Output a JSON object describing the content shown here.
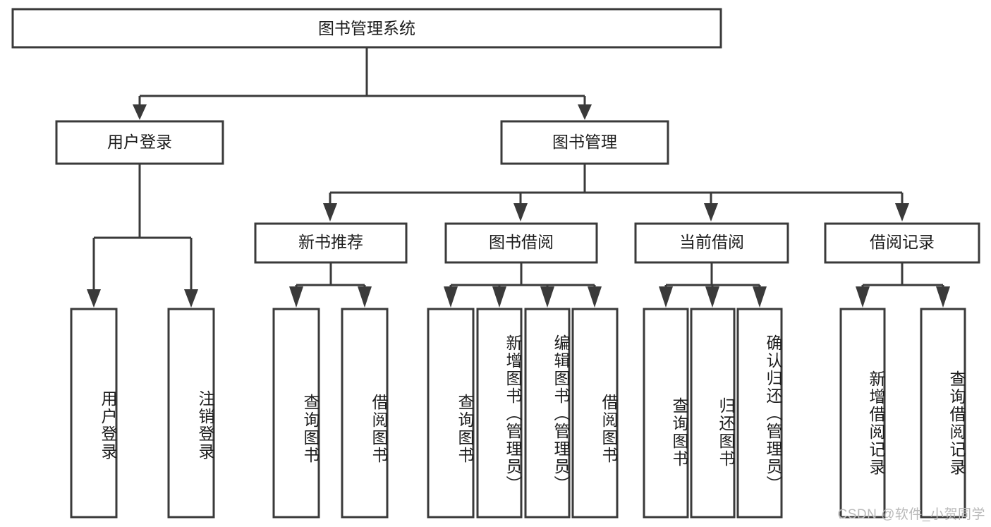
{
  "diagram": {
    "title": "图书管理系统",
    "type": "tree-hierarchy-chart",
    "watermark": "CSDN @软件_小贺同学",
    "style": {
      "box_fill": "#ffffff",
      "box_stroke": "#3a3a3a",
      "text_color": "#1c1c1c",
      "watermark_color": "#b9b9b9",
      "page_background": "#ffffff"
    },
    "root": {
      "label": "图书管理系统"
    },
    "level2": [
      {
        "label": "用户登录"
      },
      {
        "label": "图书管理"
      }
    ],
    "level3": [
      {
        "label": "新书推荐"
      },
      {
        "label": "图书借阅"
      },
      {
        "label": "当前借阅"
      },
      {
        "label": "借阅记录"
      }
    ],
    "leaves": {
      "user_login": [
        {
          "label": "用户登录"
        },
        {
          "label": "注销登录"
        }
      ],
      "new_book_recommend": [
        {
          "label": "查询图书"
        },
        {
          "label": "借阅图书"
        }
      ],
      "book_borrow": [
        {
          "label": "查询图书"
        },
        {
          "label": "新增图书（管理员）"
        },
        {
          "label": "编辑图书（管理员）"
        },
        {
          "label": "借阅图书"
        }
      ],
      "current_borrow": [
        {
          "label": "查询图书"
        },
        {
          "label": "归还图书"
        },
        {
          "label": "确认归还（管理员）"
        }
      ],
      "borrow_record": [
        {
          "label": "新增借阅记录"
        },
        {
          "label": "查询借阅记录"
        }
      ]
    }
  }
}
